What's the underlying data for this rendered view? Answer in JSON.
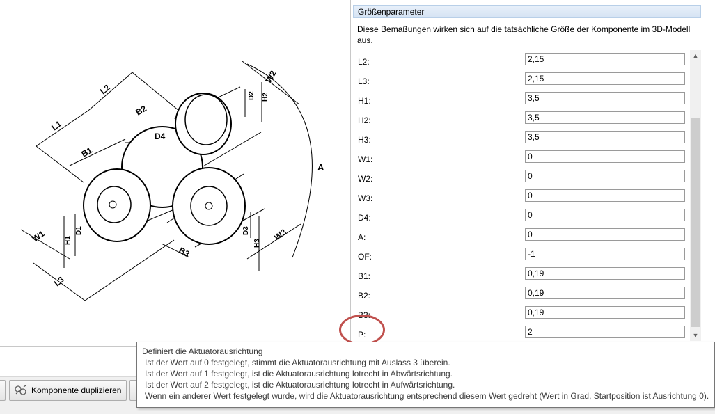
{
  "diagram": {
    "labels": [
      "L1",
      "L2",
      "L3",
      "B1",
      "B2",
      "B3",
      "D4",
      "W1",
      "W2",
      "W3",
      "H1",
      "H2",
      "H3",
      "D1",
      "D2",
      "D3",
      "A"
    ]
  },
  "panel": {
    "title": "Größenparameter",
    "description": "Diese Bemaßungen wirken sich auf die tatsächliche Größe der Komponente im 3D-Modell aus.",
    "params": [
      {
        "label": "L2:",
        "value": "2,15"
      },
      {
        "label": "L3:",
        "value": "2,15"
      },
      {
        "label": "H1:",
        "value": "3,5"
      },
      {
        "label": "H2:",
        "value": "3,5"
      },
      {
        "label": "H3:",
        "value": "3,5"
      },
      {
        "label": "W1:",
        "value": "0"
      },
      {
        "label": "W2:",
        "value": "0"
      },
      {
        "label": "W3:",
        "value": "0"
      },
      {
        "label": "D4:",
        "value": "0"
      },
      {
        "label": "A:",
        "value": "0"
      },
      {
        "label": "OF:",
        "value": "-1"
      },
      {
        "label": "B1:",
        "value": "0,19"
      },
      {
        "label": "B2:",
        "value": "0,19"
      },
      {
        "label": "B3:",
        "value": "0,19"
      },
      {
        "label": "P:",
        "value": "2"
      }
    ]
  },
  "toolbar": {
    "duplicate_label": "Komponente duplizieren"
  },
  "tooltip": {
    "title": "Definiert die Aktuatorausrichtung",
    "lines": [
      "Ist der Wert auf 0 festgelegt, stimmt die Aktuatorausrichtung mit Auslass 3 überein.",
      "Ist der Wert auf 1 festgelegt, ist die Aktuatorausrichtung lotrecht in Abwärtsrichtung.",
      "Ist der Wert auf 2 festgelegt, ist die Aktuatorausrichtung lotrecht in Aufwärtsrichtung.",
      "Wenn ein anderer Wert festgelegt wurde, wird die Aktuatorausrichtung entsprechend diesem Wert gedreht (Wert in Grad, Startposition ist Ausrichtung 0)."
    ]
  },
  "colors": {
    "highlight": "#c0504d",
    "header_bg": "#dbe6f4"
  }
}
